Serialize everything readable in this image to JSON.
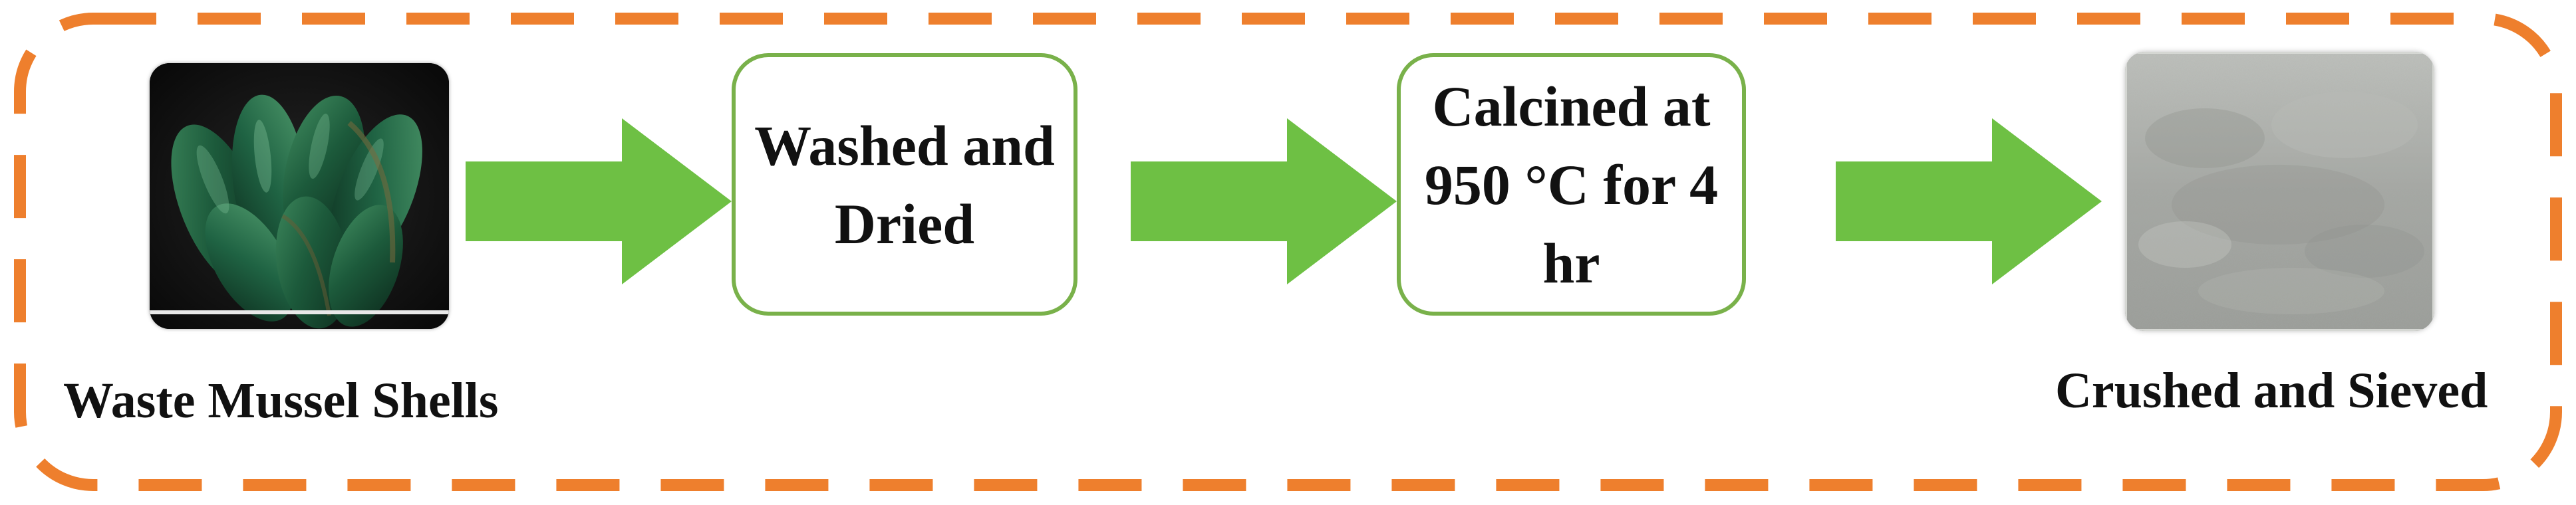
{
  "steps": [
    {
      "label": "Waste Mussel Shells",
      "kind": "image",
      "image": "mussel-shells-photo"
    },
    {
      "label": "Washed and\nDried",
      "kind": "box"
    },
    {
      "label": "Calcined at\n950 °C for 4 hr",
      "kind": "box"
    },
    {
      "label": "Crushed and Sieved",
      "kind": "image",
      "image": "powder-photo"
    }
  ],
  "colors": {
    "frame": "#ee7f2d",
    "arrow": "#6ec044",
    "box_border": "#79b14a",
    "text": "#111111"
  }
}
